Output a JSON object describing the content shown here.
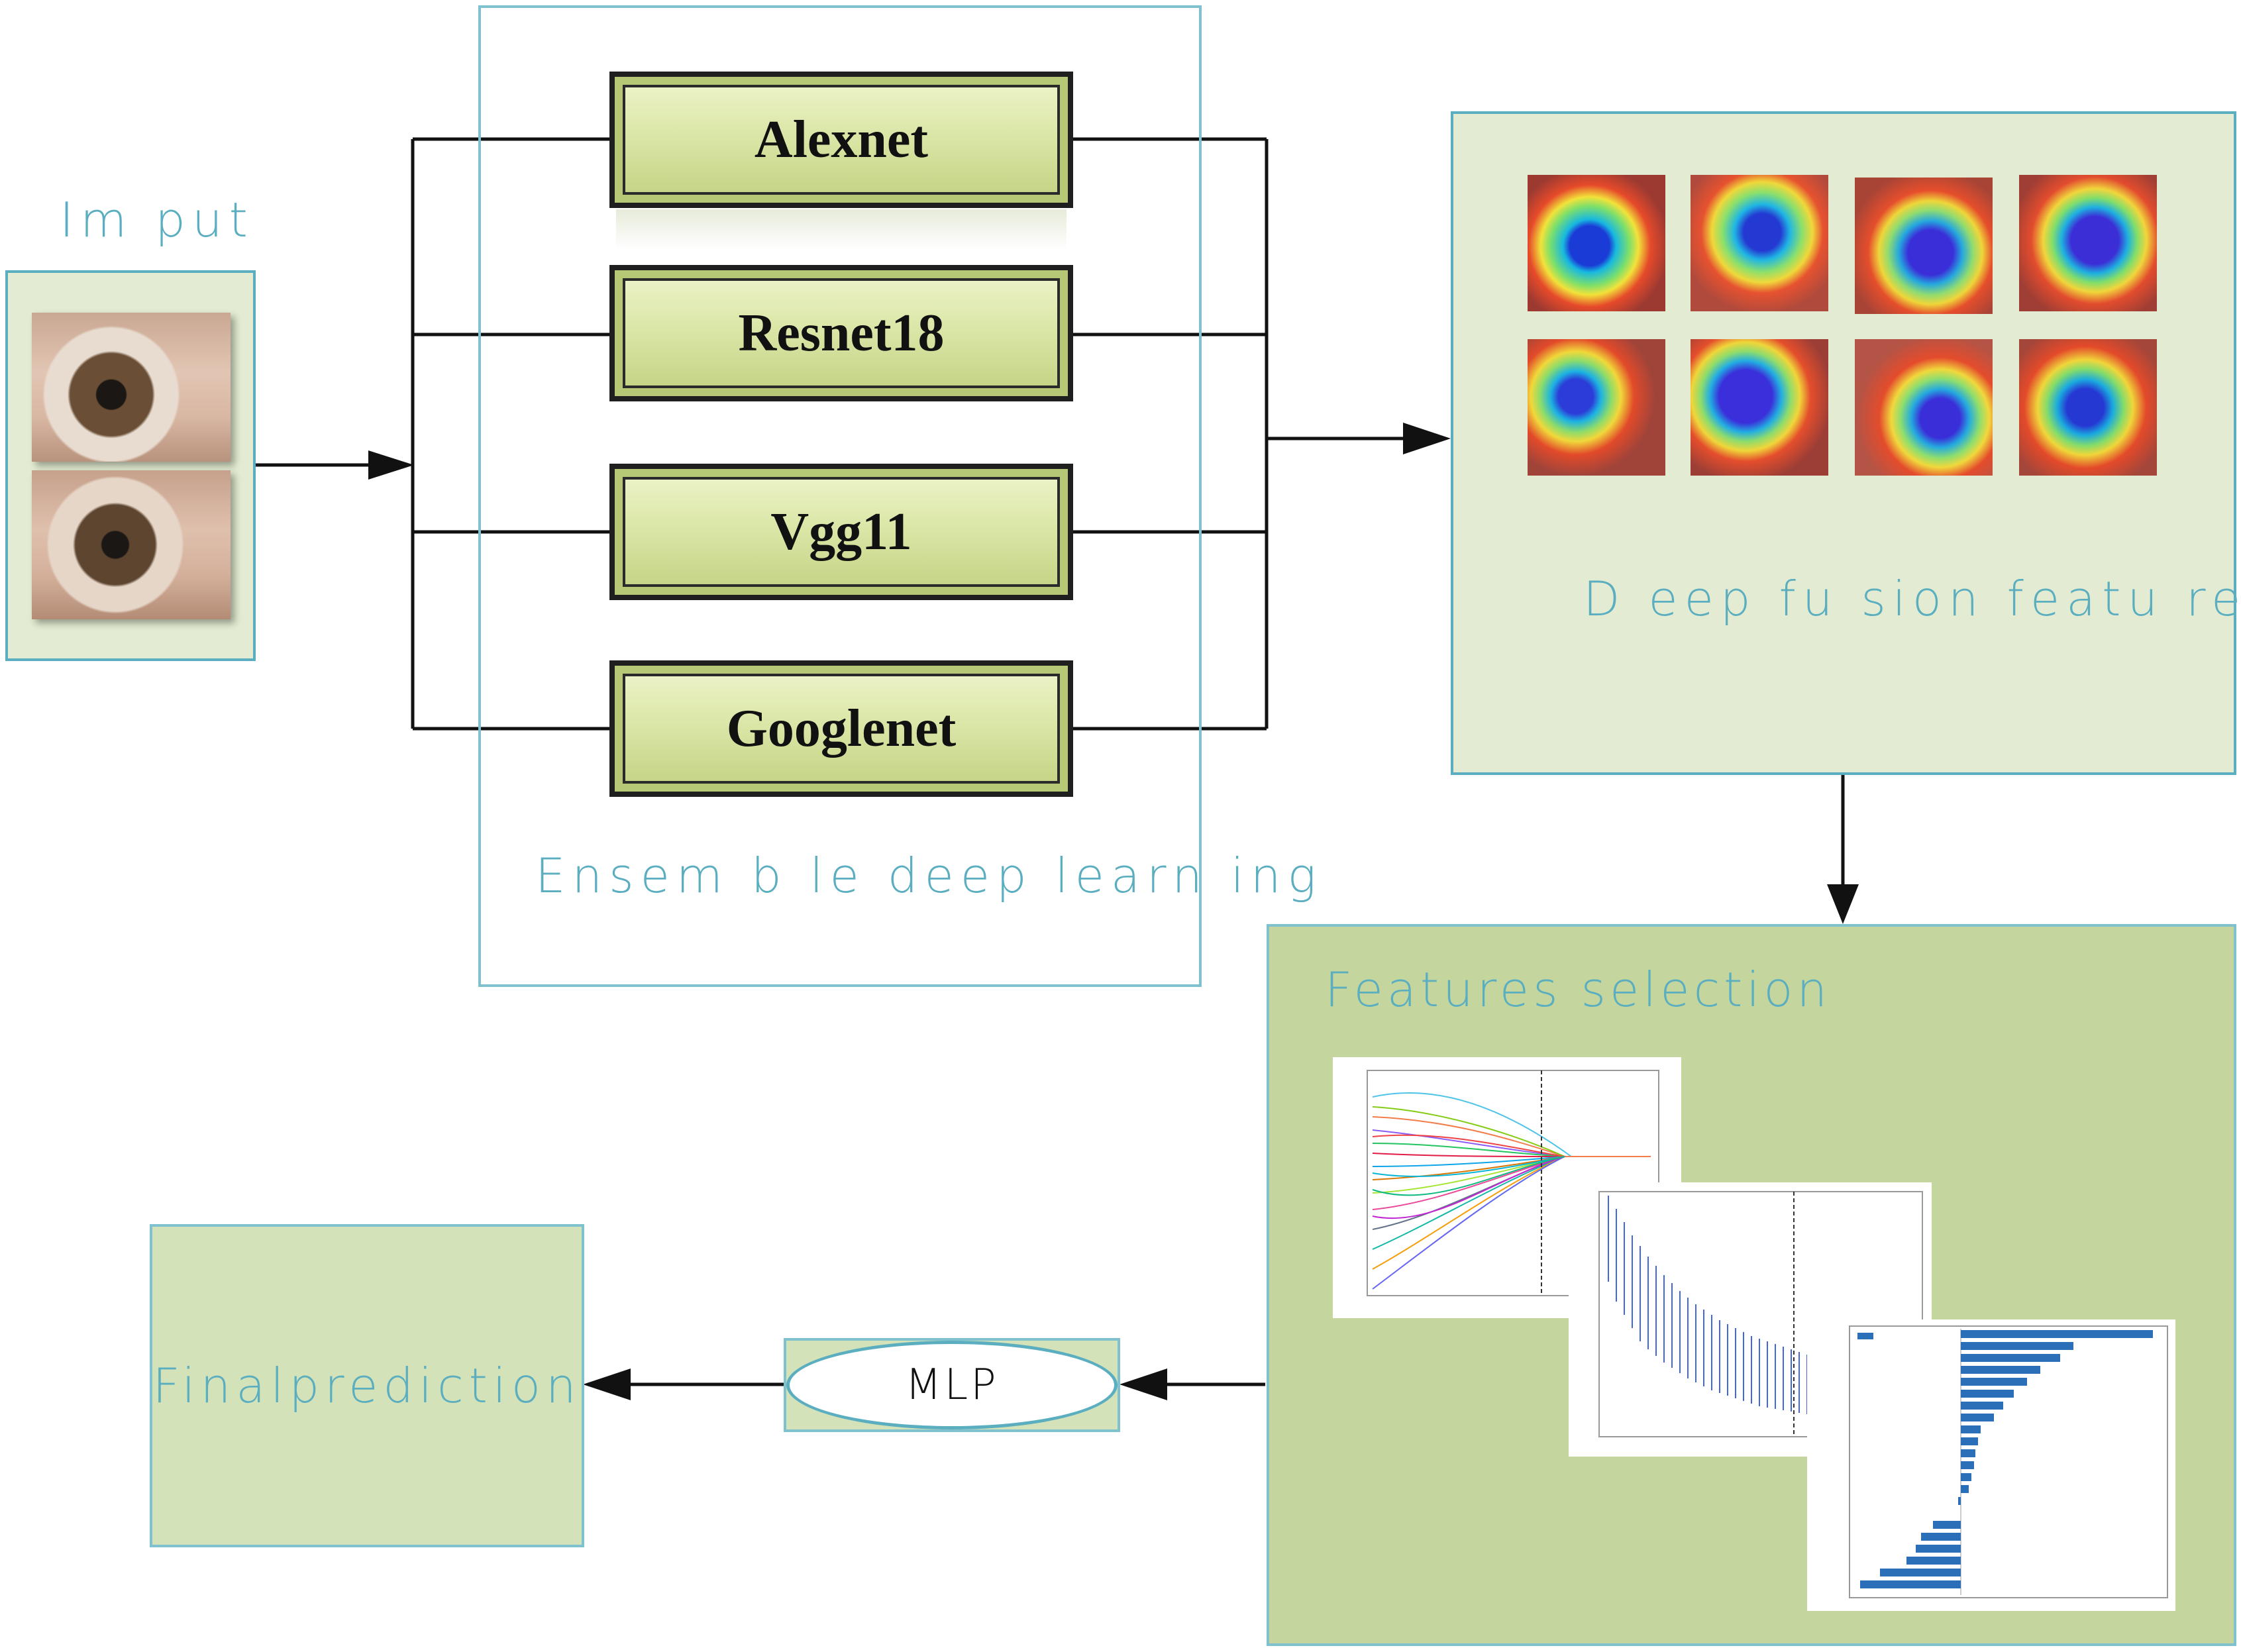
{
  "input": {
    "label": "Im put"
  },
  "ensemble": {
    "caption": "Ensem b le deep learn ing",
    "networks": [
      {
        "label": "Alexnet"
      },
      {
        "label": "Resnet18"
      },
      {
        "label": "Vgg11"
      },
      {
        "label": "Googlenet"
      }
    ]
  },
  "fusion": {
    "caption": "D eep fu sion featu res"
  },
  "selection": {
    "caption": "Features selection"
  },
  "mlp": {
    "label": "MLP"
  },
  "final": {
    "label": "Finalprediction"
  },
  "colors": {
    "caption_text": "#5aaec0",
    "panel_border": "#7fc1cc",
    "light_panel": "#e3ecd2",
    "selection_panel": "#c4d69e",
    "final_panel": "#d3e2b8",
    "network_fill": "#d6e39d"
  }
}
